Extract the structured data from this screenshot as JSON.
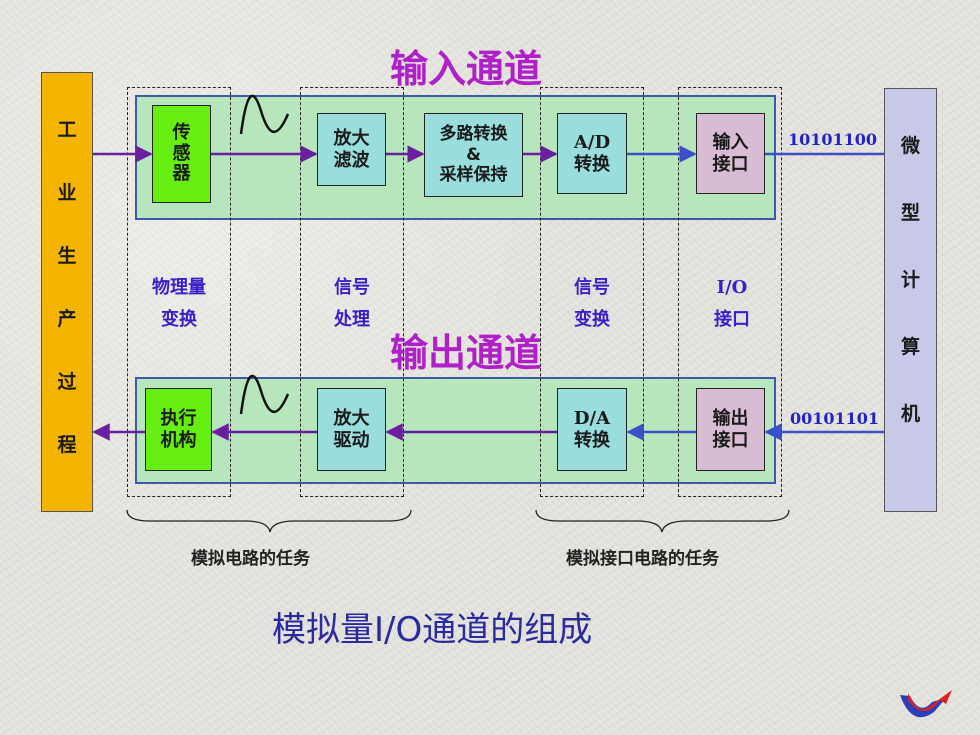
{
  "titles": {
    "input_channel": "输入通道",
    "output_channel": "输出通道"
  },
  "left_panel": {
    "chars": [
      "工",
      "业",
      "生",
      "产",
      "过",
      "程"
    ]
  },
  "right_panel": {
    "chars": [
      "微",
      "型",
      "计",
      "算",
      "机"
    ]
  },
  "input_blocks": {
    "sensor": [
      "传",
      "感",
      "器"
    ],
    "amp_filter": [
      "放大",
      "滤波"
    ],
    "multiplexer": [
      "多路转换",
      "&",
      "采样保持"
    ],
    "ad": [
      "A/D",
      "转换"
    ],
    "input_port": [
      "输入",
      "接口"
    ]
  },
  "output_blocks": {
    "actuator": [
      "执行",
      "机构"
    ],
    "amp_drive": [
      "放大",
      "驱动"
    ],
    "da": [
      "D/A",
      "转换"
    ],
    "output_port": [
      "输出",
      "接口"
    ]
  },
  "stage_labels": {
    "physical": [
      "物理量",
      "变换"
    ],
    "signal_processing": [
      "信号",
      "处理"
    ],
    "signal_conversion": [
      "信号",
      "变换"
    ],
    "io_port": [
      "I/O",
      "接口"
    ]
  },
  "bits": {
    "input": "10101100",
    "output": "00101101"
  },
  "tasks": {
    "analog_circuit": "模拟电路的任务",
    "analog_interface": "模拟接口电路的任务"
  },
  "caption": "模拟量I/O通道的组成",
  "colors": {
    "title": "#b020c8",
    "left_panel": "#f5b400",
    "right_panel": "#c8c8e8",
    "channel": "#b8e6bc",
    "channel_border": "#3b5aa8",
    "sensor": "#66ee11",
    "teal_block": "#99dddd",
    "port_block": "#d8bcd4",
    "arrow": "#6a1fa0",
    "arrow_blue": "#3a4fc8",
    "label": "#3a1fc8"
  },
  "icons": {
    "wave": "sine-wave-icon",
    "nav": "return-arrow-icon"
  }
}
